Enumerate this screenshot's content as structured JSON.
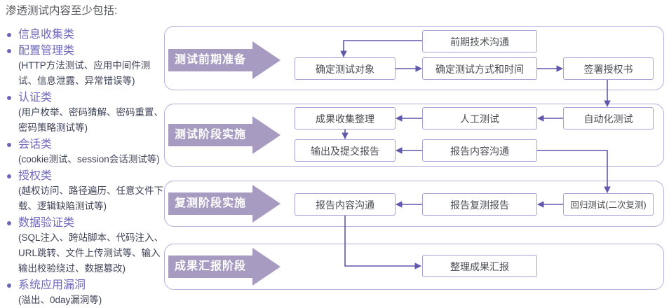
{
  "title": "渗透测试内容至少包括:",
  "colors": {
    "phase_arrow": "#a79bc2",
    "section_border": "#b8addc",
    "node_border": "#a7a0d8",
    "connector": "#5f58ac",
    "bullet_accent": "#6d66bb",
    "detail_text": "#3f4358"
  },
  "sidebar": {
    "items": [
      {
        "label": "信息收集类"
      },
      {
        "label": "配置管理类",
        "detail": "(HTTP方法测试、应用中间件测试、信息泄露、异常错误等)"
      },
      {
        "label": "认证类",
        "detail": "(用户枚举、密码猜解、密码重置、密码策略测试等)"
      },
      {
        "label": "会话类",
        "detail": "(cookie测试、session会话测试等)"
      },
      {
        "label": "授权类",
        "detail": "(越权访问、路径遍历、任意文件下载、逻辑缺陷测试等)"
      },
      {
        "label": "数据验证类",
        "detail": "(SQL注入、跨站脚本、代码注入、URL跳转、文件上传测试等、输入输出校验绕过、数据篡改)"
      },
      {
        "label": "系统应用漏洞",
        "detail": "(溢出、0day漏洞等)"
      }
    ]
  },
  "flow": {
    "sections": [
      {
        "title": "测试前期准备"
      },
      {
        "title": "测试阶段实施"
      },
      {
        "title": "复测阶段实施"
      },
      {
        "title": "成果汇报阶段"
      }
    ],
    "nodes": {
      "pre_comm": "前期技术沟通",
      "target": "确定测试对象",
      "method": "确定测试方式和时间",
      "sign": "签署授权书",
      "collect": "成果收集整理",
      "manual": "人工测试",
      "auto": "自动化测试",
      "output": "输出及提交报告",
      "report_comm": "报告内容沟通",
      "retest_comm": "报告内容沟通",
      "retest_report": "报告复测报告",
      "regression": "回归测试(二次复测)",
      "summary": "整理成果汇报"
    }
  }
}
